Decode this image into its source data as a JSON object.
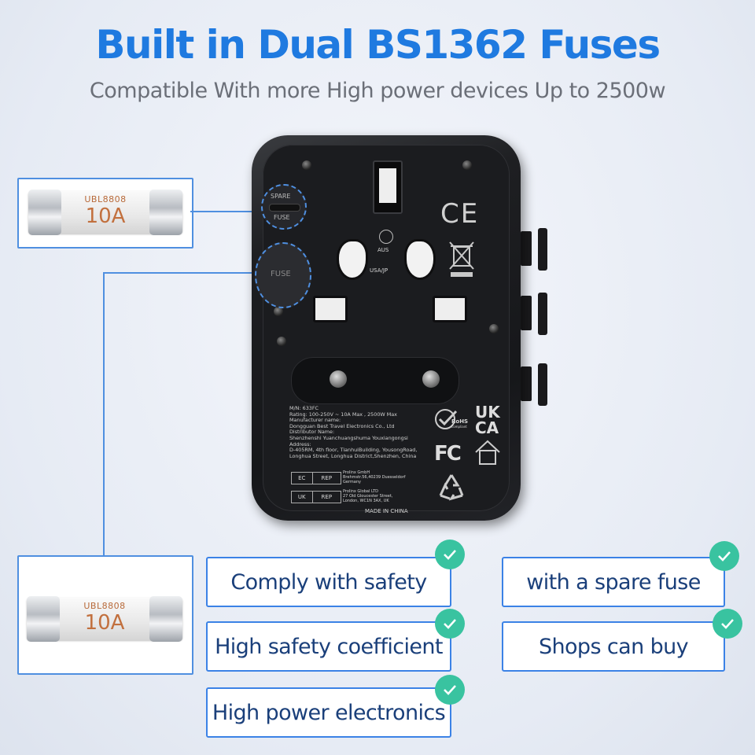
{
  "header": {
    "title": "Built in Dual BS1362 Fuses",
    "subtitle": "Compatible With more High power devices Up to 2500w"
  },
  "fuses": [
    {
      "model": "UBL8808",
      "rating": "10A"
    },
    {
      "model": "UBL8808",
      "rating": "10A"
    }
  ],
  "adapter": {
    "spare_fuse_label_top": "SPARE",
    "spare_fuse_label_bottom": "FUSE",
    "fuse_label": "FUSE",
    "socket_label_top": "AUS",
    "socket_label_bottom": "USA/JP",
    "ce_mark": "CE",
    "ukca_mark_top": "UK",
    "ukca_mark_bottom": "CA",
    "rohs_label": "RoHS",
    "rohs_sub": "compliant",
    "fc_mark": "FC",
    "spec_lines": [
      "M/N: 633FC",
      "Rating: 100-250V ~ 10A Max , 2500W Max",
      "Manufacturer name:",
      "Dongguan Best Travel Electronics Co., Ltd",
      "Distributor Name:",
      "Shenzhenshi Yuanchuangshuma Youxiangongsi",
      "Address:",
      "D-405RM, 4th floor, TianhuiBuilding, YousongRoad,",
      "Longhua Street, Longhua District,Shenzhen, China"
    ],
    "ec_rep": {
      "tag1": "EC",
      "tag2": "REP",
      "lines": [
        "Prolinx GmbH",
        "Brehmstr.56,40239 Duesseldorf",
        "Germany"
      ]
    },
    "uk_rep": {
      "tag1": "UK",
      "tag2": "REP",
      "lines": [
        "Prolinx Global LTD",
        "27 Old Gloucester Street,",
        "London, WC1N 3AX, UK"
      ]
    },
    "made_in": "MADE IN CHINA"
  },
  "features": [
    {
      "label": "Comply with safety"
    },
    {
      "label": "High safety coefficient"
    },
    {
      "label": "High power electronics"
    },
    {
      "label": "with a spare fuse"
    },
    {
      "label": "Shops can buy"
    }
  ],
  "colors": {
    "title": "#1f7ae0",
    "accent_border": "#3b82e6",
    "check": "#39c3a0",
    "feature_text": "#1a3f7a",
    "fuse_text": "#c2703e"
  }
}
